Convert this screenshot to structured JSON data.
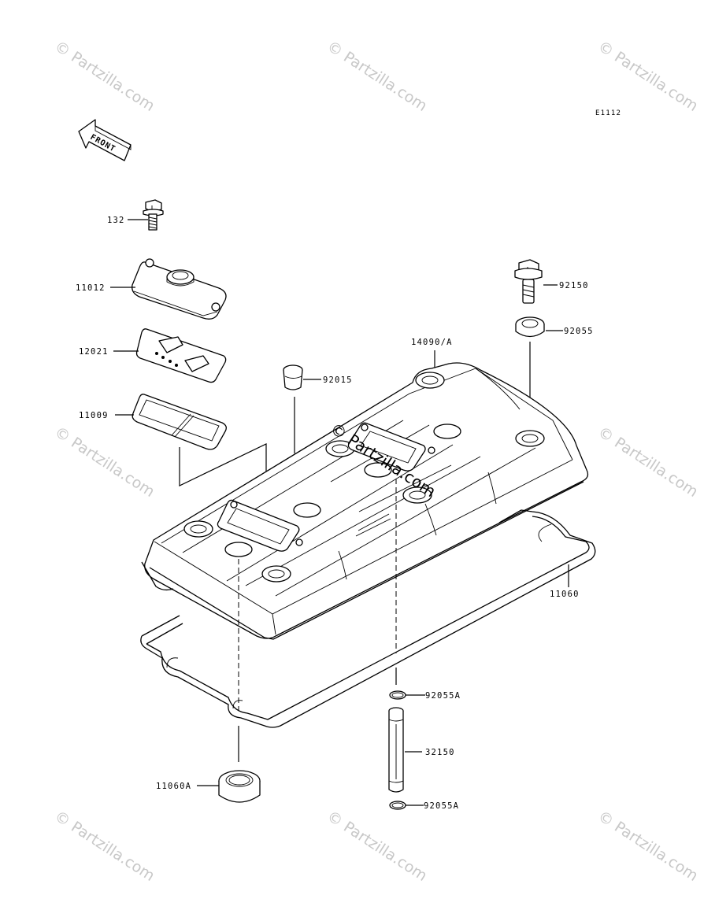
{
  "diagram_code": "E1112",
  "front_label": "FRONT",
  "watermarks": {
    "text": "© Partzilla.com",
    "center_text": "© Partzilla.com"
  },
  "parts": {
    "p132": "132",
    "p11012": "11012",
    "p12021": "12021",
    "p11009": "11009",
    "p92015": "92015",
    "p14090A": "14090/A",
    "p92150": "92150",
    "p92055": "92055",
    "p11060": "11060",
    "p92055A_top": "92055A",
    "p32150": "32150",
    "p92055A_bottom": "92055A",
    "p11060A": "11060A"
  }
}
